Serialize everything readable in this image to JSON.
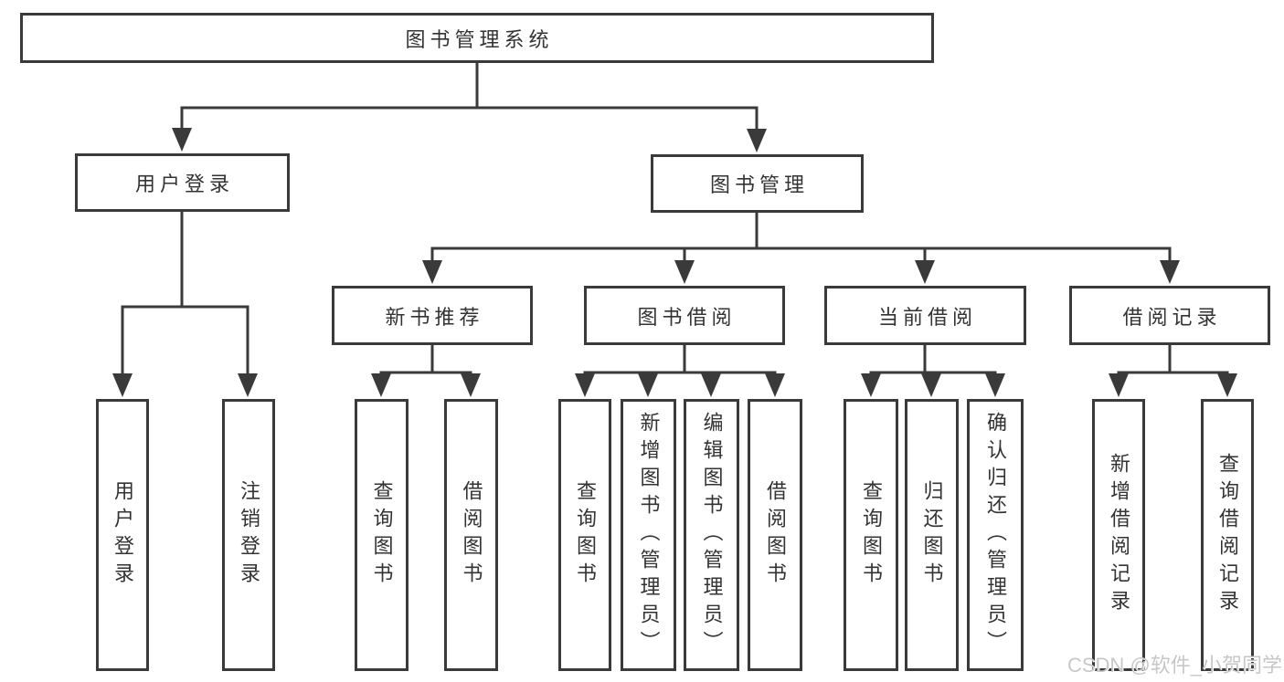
{
  "diagram": {
    "title": "图书管理系统",
    "root": {
      "label": "图书管理系统"
    },
    "level2": [
      {
        "label": "用户登录"
      },
      {
        "label": "图书管理"
      }
    ],
    "level3": [
      {
        "label": "新书推荐",
        "parent": "图书管理"
      },
      {
        "label": "图书借阅",
        "parent": "图书管理"
      },
      {
        "label": "当前借阅",
        "parent": "图书管理"
      },
      {
        "label": "借阅记录",
        "parent": "图书管理"
      }
    ],
    "leaves": [
      {
        "label": "用户登录",
        "parent": "用户登录"
      },
      {
        "label": "注销登录",
        "parent": "用户登录"
      },
      {
        "label": "查询图书",
        "parent": "新书推荐"
      },
      {
        "label": "借阅图书",
        "parent": "新书推荐"
      },
      {
        "label": "查询图书",
        "parent": "图书借阅"
      },
      {
        "label": "新增图书（管理员）",
        "parent": "图书借阅"
      },
      {
        "label": "编辑图书（管理员）",
        "parent": "图书借阅"
      },
      {
        "label": "借阅图书",
        "parent": "图书借阅"
      },
      {
        "label": "查询图书",
        "parent": "当前借阅"
      },
      {
        "label": "归还图书",
        "parent": "当前借阅"
      },
      {
        "label": "确认归还（管理员）",
        "parent": "当前借阅"
      },
      {
        "label": "新增借阅记录",
        "parent": "借阅记录"
      },
      {
        "label": "查询借阅记录",
        "parent": "借阅记录"
      }
    ],
    "watermark": "CSDN @软件_小贺同学",
    "colors": {
      "background": "#ffffff",
      "line": "#3a3a3a",
      "box_border": "#3a3a3a",
      "text": "#333333",
      "watermark": "#c7c7c7"
    }
  }
}
